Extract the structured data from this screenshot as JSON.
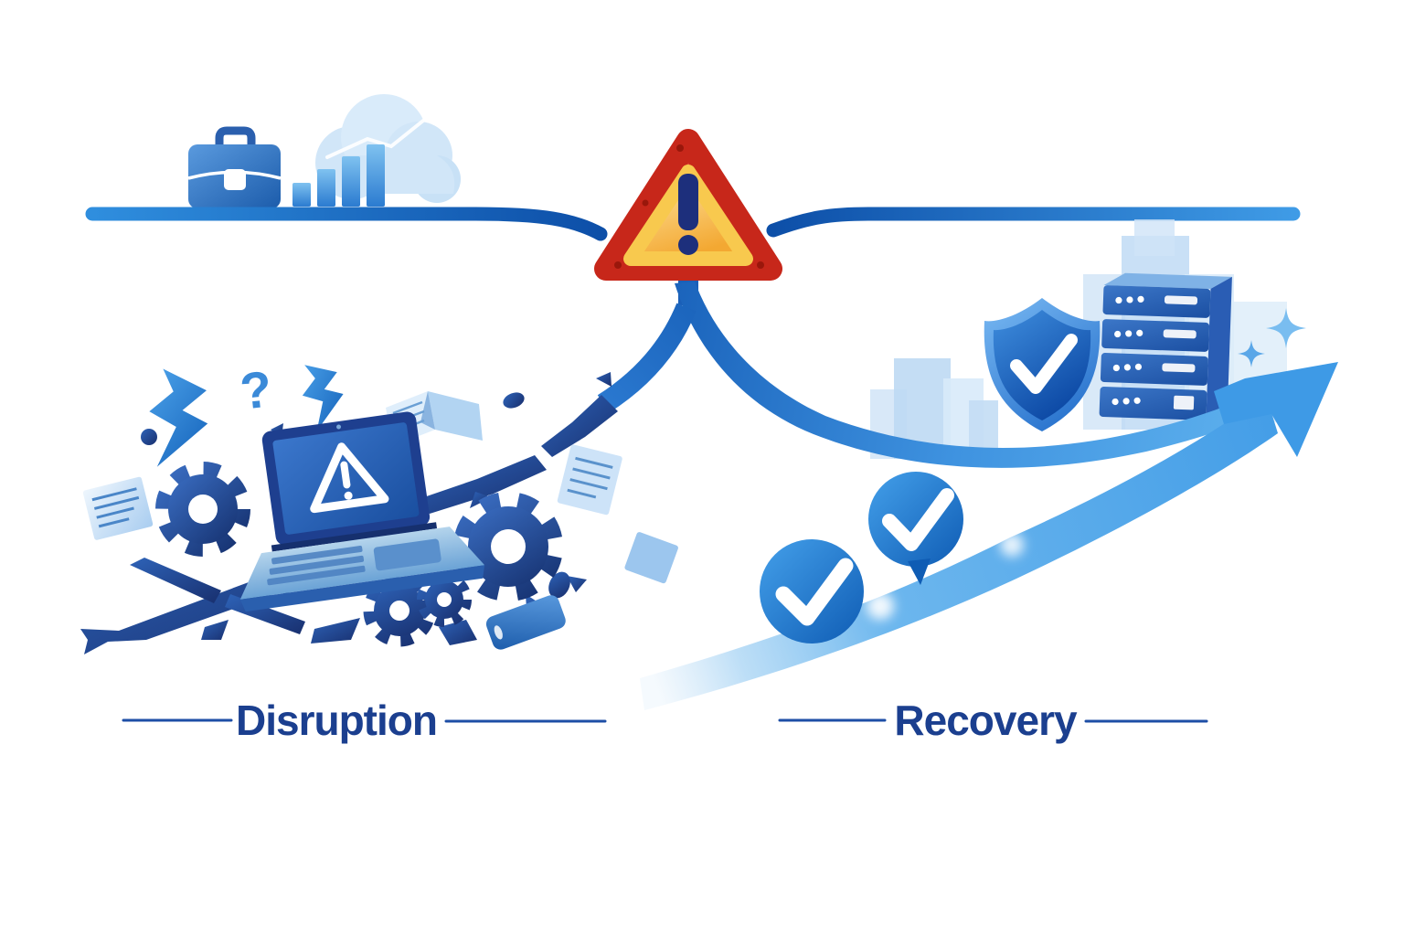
{
  "scene": {
    "background_color": "#ffffff",
    "left_label": "Disruption",
    "right_label": "Recovery",
    "question_mark_glyph": "?"
  },
  "colors": {
    "navy": "#1c3a87",
    "primary_blue": "#1565c0",
    "sky_blue": "#4fa5e8",
    "light_blue": "#8ec9f2",
    "pale_blue": "#cfe4f7",
    "label_text": "#1b3f8f",
    "label_dash": "#1d4ea6",
    "warning_red": "#c7271a",
    "warning_yellow": "#f6b73c",
    "exclamation_navy": "#1d2f7c",
    "check_white": "#ffffff"
  },
  "icons": {
    "briefcase": "briefcase-icon",
    "bar_chart": "bar-chart-icon",
    "cloud": "cloud-icon",
    "warning_triangle": "warning-triangle-icon",
    "lightning": "lightning-icon",
    "gear": "gear-icon",
    "laptop_warning": "laptop-warning-icon",
    "document": "document-icon",
    "checkmark_circle": "checkmark-circle-icon",
    "checkmark_bubble": "checkmark-bubble-icon",
    "shield_check": "shield-check-icon",
    "server": "server-icon",
    "sparkle": "sparkle-icon",
    "growth_arrow": "growth-arrow-icon",
    "city_skyline": "city-skyline"
  }
}
